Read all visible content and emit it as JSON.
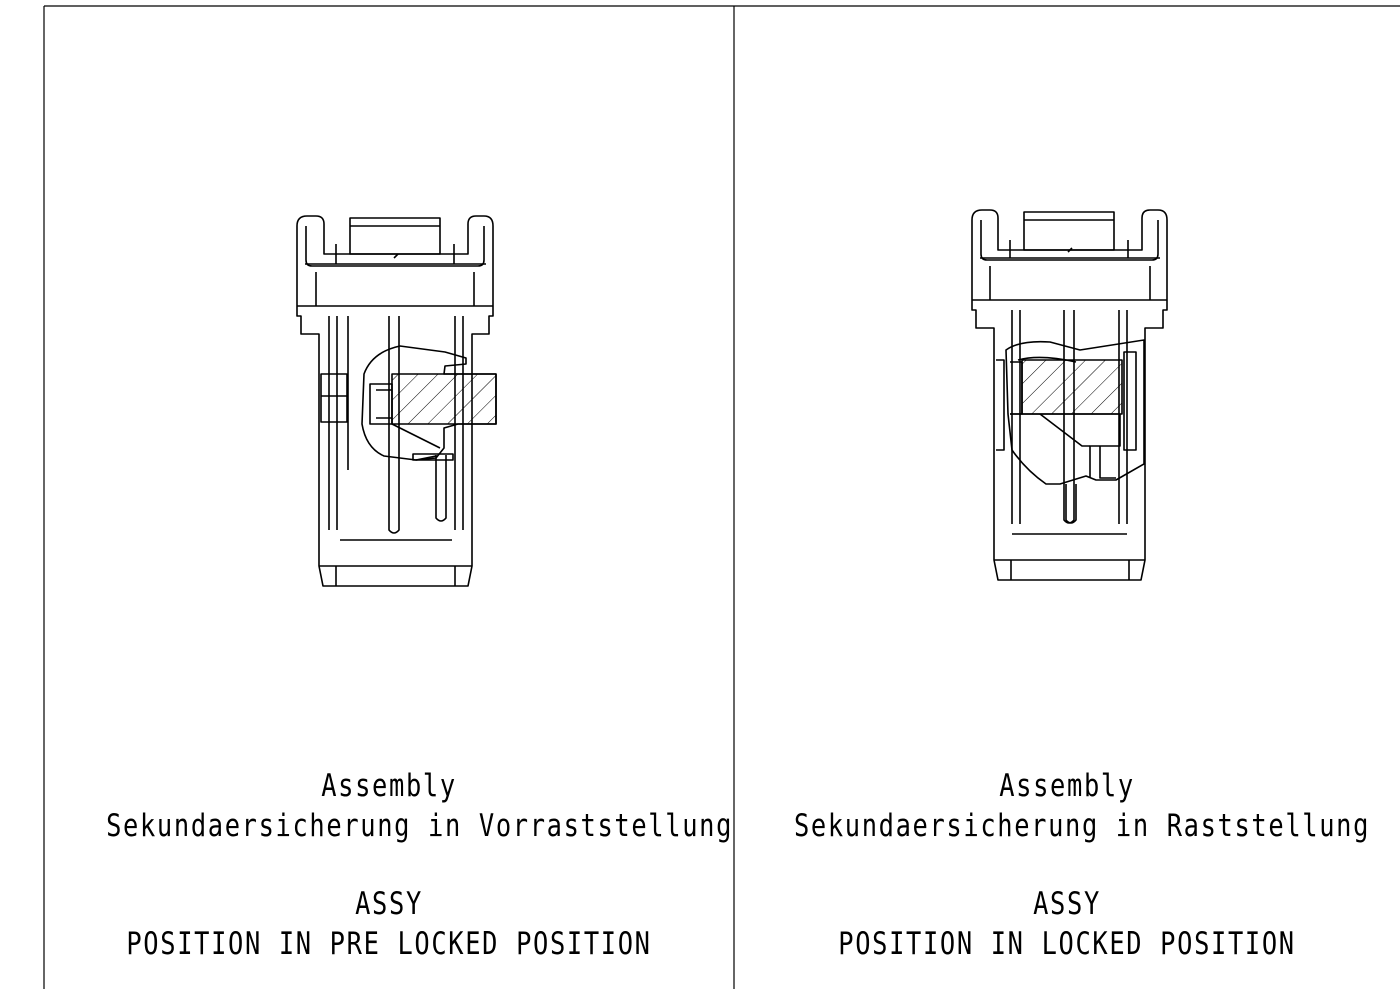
{
  "views": [
    {
      "caption_de": {
        "line1": "Assembly",
        "line2": "Sekundaersicherung in Vorraststellung"
      },
      "caption_en": {
        "line1": "ASSY",
        "line2": "POSITION IN PRE LOCKED POSITION"
      }
    },
    {
      "caption_de": {
        "line1": "Assembly",
        "line2": "Sekundaersicherung in Raststellung"
      },
      "caption_en": {
        "line1": "ASSY",
        "line2": "POSITION IN LOCKED POSITION"
      }
    }
  ],
  "colors": {
    "line": "#000000",
    "background": "#ffffff"
  }
}
